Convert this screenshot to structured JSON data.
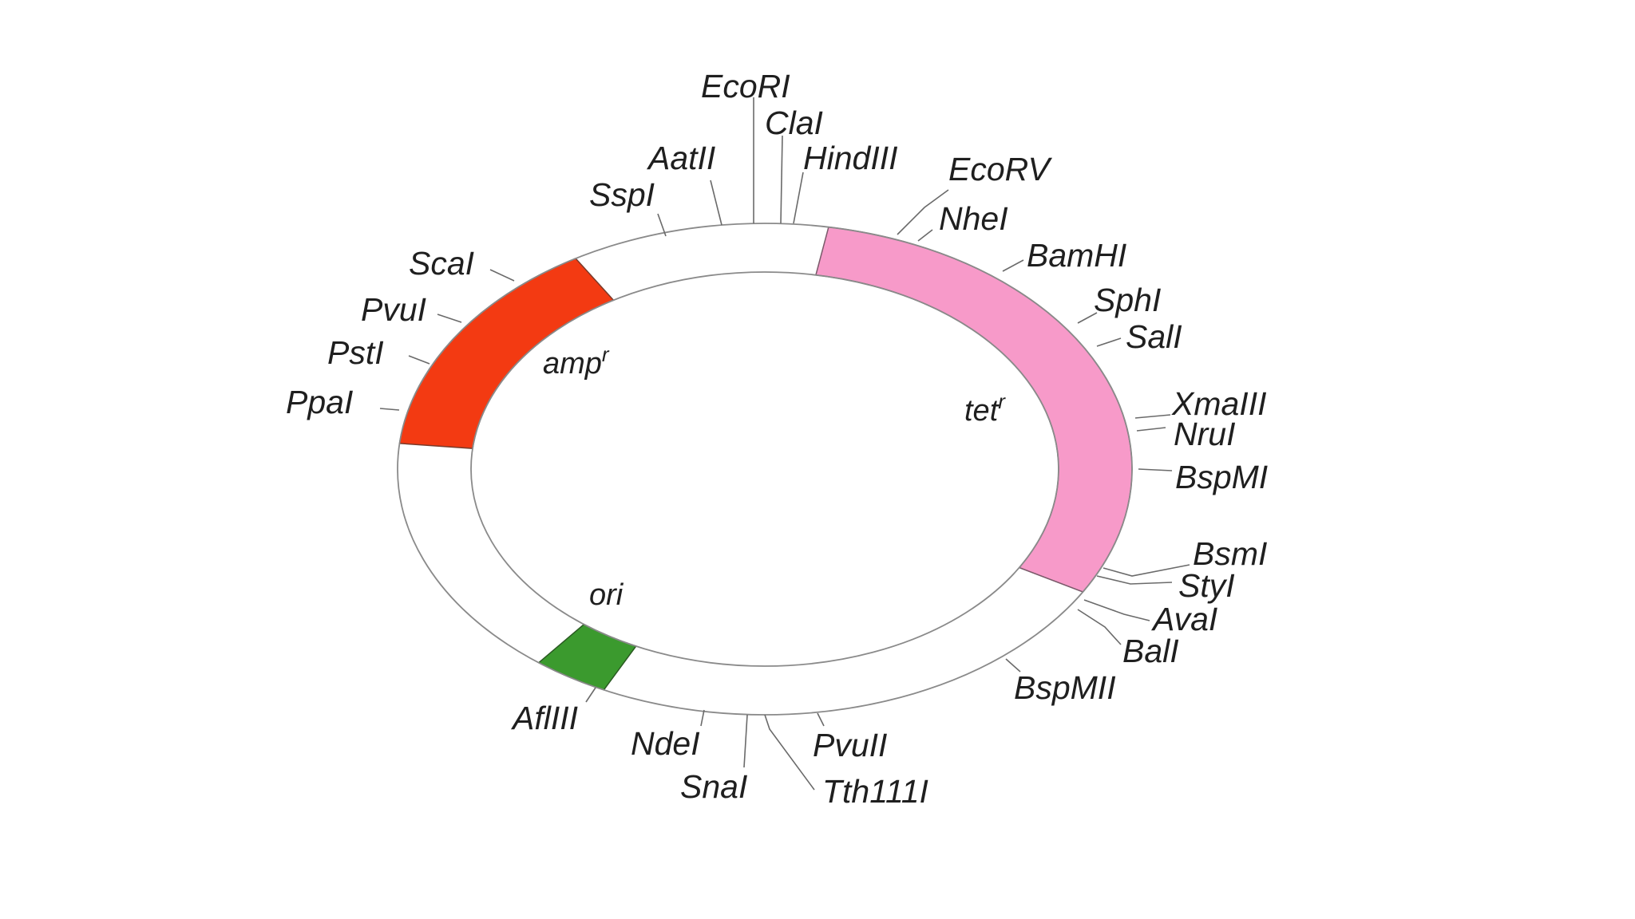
{
  "plasmid": {
    "regions": [
      {
        "key": "amp",
        "label": "ampr",
        "color": "#f33a12"
      },
      {
        "key": "tet",
        "label": "tetr",
        "color": "#f79ac9"
      },
      {
        "key": "ori",
        "label": "ori",
        "color": "#3b9a2e"
      }
    ],
    "sites": [
      "EcoRI",
      "ClaI",
      "HindIII",
      "EcoRV",
      "NheI",
      "BamHI",
      "SphI",
      "SalI",
      "XmaIII",
      "NruI",
      "BspMI",
      "BsmI",
      "StyI",
      "AvaI",
      "BalI",
      "BspMII",
      "PvuII",
      "Tth111I",
      "SnaI",
      "NdeI",
      "AflIII",
      "PpaI",
      "PstI",
      "PvuI",
      "ScaI",
      "SspI",
      "AatII"
    ]
  }
}
